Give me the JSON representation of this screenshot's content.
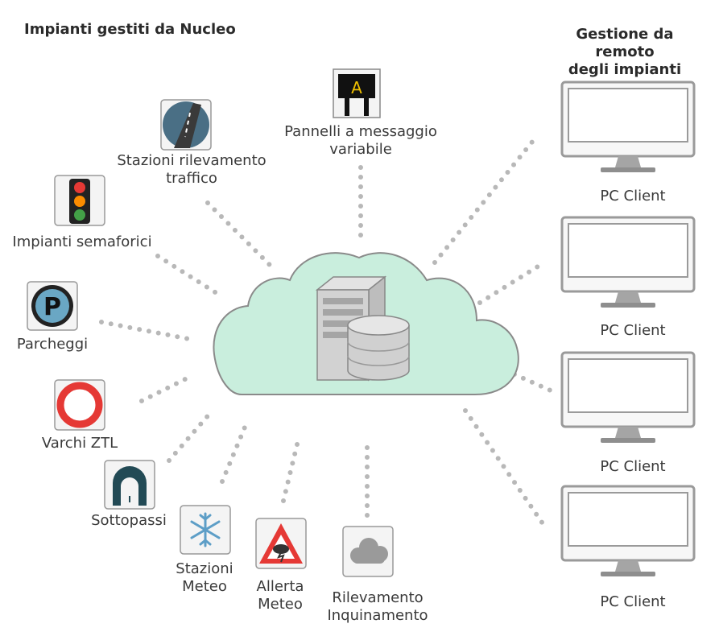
{
  "headers": {
    "left": "Impianti gestiti da Nucleo",
    "right_line1": "Gestione da remoto",
    "right_line2": "degli impianti"
  },
  "facilities": {
    "pannelli": {
      "line1": "Pannelli a messaggio",
      "line2": "variabile",
      "icon": "vms-panel-icon",
      "sign_letter": "A"
    },
    "stazioni_traffico": {
      "line1": "Stazioni rilevamento",
      "line2": "traffico",
      "icon": "road-icon"
    },
    "semafori": {
      "line1": "Impianti semaforici",
      "icon": "traffic-light-icon"
    },
    "parcheggi": {
      "line1": "Parcheggi",
      "icon": "parking-icon",
      "sign_letter": "P"
    },
    "ztl": {
      "line1": "Varchi ZTL",
      "icon": "ztl-sign-icon"
    },
    "sottopassi": {
      "line1": "Sottopassi",
      "icon": "tunnel-icon"
    },
    "meteo": {
      "line1": "Stazioni",
      "line2": "Meteo",
      "icon": "snowflake-icon"
    },
    "allerta": {
      "line1": "Allerta",
      "line2": "Meteo",
      "icon": "weather-alert-icon"
    },
    "inquinamento": {
      "line1": "Rilevamento",
      "line2": "Inquinamento",
      "icon": "smog-cloud-icon"
    }
  },
  "clients": [
    {
      "label": "PC Client",
      "icon": "monitor-icon"
    },
    {
      "label": "PC Client",
      "icon": "monitor-icon"
    },
    {
      "label": "PC Client",
      "icon": "monitor-icon"
    },
    {
      "label": "PC Client",
      "icon": "monitor-icon"
    }
  ],
  "center": {
    "icon": "cloud-server-icon"
  },
  "colors": {
    "cloud_fill": "#c9eedd",
    "cloud_stroke": "#8a8a8a",
    "dots": "#b8b8b8",
    "monitor": "#9a9a9a"
  }
}
